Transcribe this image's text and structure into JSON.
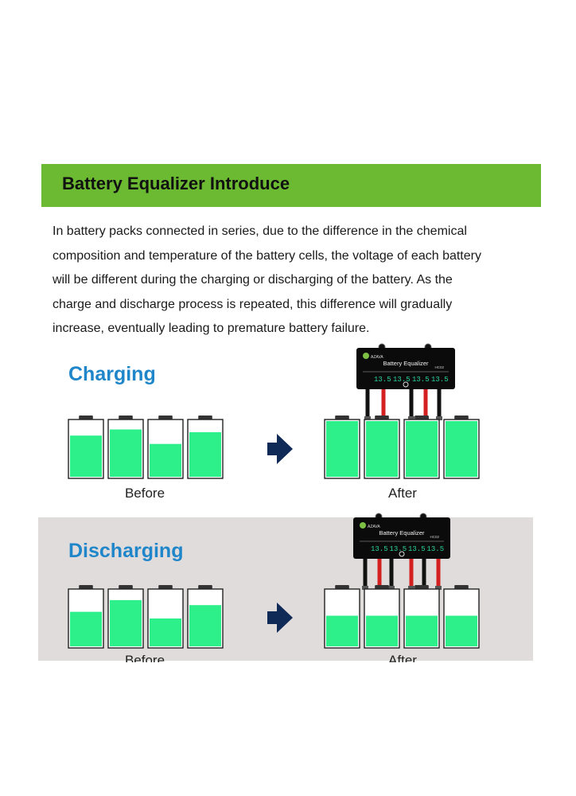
{
  "header": {
    "title": "Battery Equalizer Introduce"
  },
  "intro": {
    "lines": [
      "In battery packs connected in series, due to the difference in the chemical",
      "composition and temperature of the battery cells, the voltage of each battery",
      "will be different during the charging or discharging of the battery. As the",
      "charge and discharge process is repeated, this difference will gradually",
      "increase, eventually leading to premature battery failure."
    ]
  },
  "charging": {
    "title": "Charging",
    "before_label": "Before",
    "after_label": "After",
    "before_levels": [
      0.74,
      0.85,
      0.59,
      0.8
    ],
    "after_levels": [
      1.0,
      1.0,
      1.0,
      1.0
    ]
  },
  "discharging": {
    "title": "Discharging",
    "before_label": "Before",
    "after_label": "After",
    "before_levels": [
      0.62,
      0.83,
      0.5,
      0.74
    ],
    "after_levels": [
      0.55,
      0.55,
      0.55,
      0.55
    ]
  },
  "device": {
    "brand": "AZAVA",
    "label": "Battery Equalizer",
    "model": "HC02",
    "readouts": [
      "13.5",
      "13.5",
      "13.5",
      "13.5"
    ],
    "power_icon": "power-icon"
  },
  "colors": {
    "banner": "#6bba31",
    "heading": "#1f86c9",
    "battery_fill": "#2ef08a",
    "arrow": "#0f2a57",
    "display_digits": "#29d4a0"
  }
}
